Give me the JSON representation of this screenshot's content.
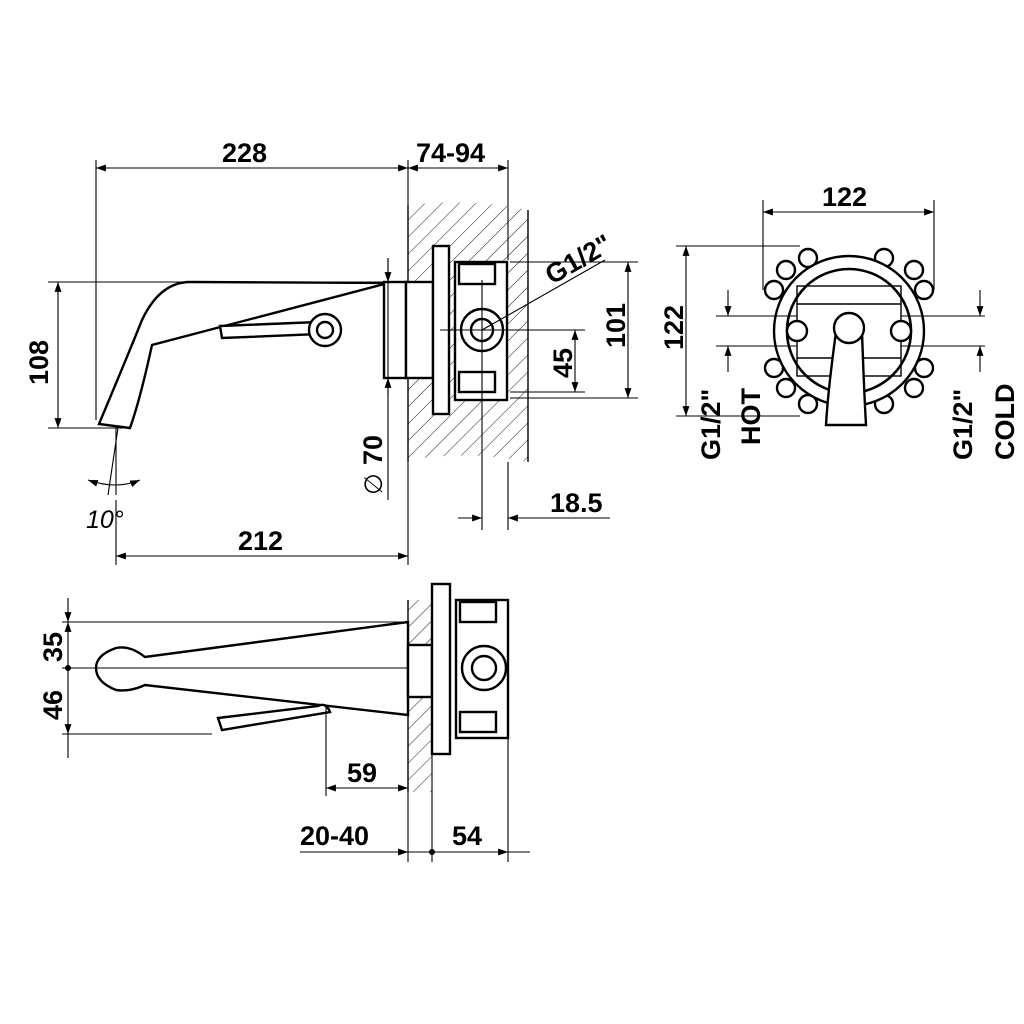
{
  "dimensions": {
    "spout_length": "228",
    "wall_range": "74-94",
    "thread_top": "G1/2\"",
    "height_108": "108",
    "height_101": "101",
    "height_45": "45",
    "diameter_70": "70",
    "diameter_symbol": "∅",
    "angle_10": "10°",
    "projection_212": "212",
    "depth_18_5": "18.5",
    "plate_width_122": "122",
    "plate_height_122": "122",
    "hot_thread": "G1/2\"",
    "hot_label": "HOT",
    "cold_thread": "G1/2\"",
    "cold_label": "COLD",
    "top_35": "35",
    "top_46": "46",
    "top_59": "59",
    "top_20_40": "20-40",
    "top_54": "54"
  }
}
